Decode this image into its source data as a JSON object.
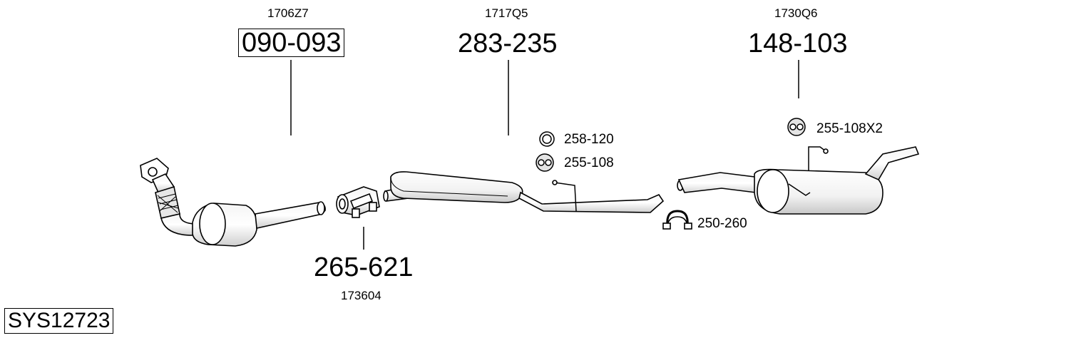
{
  "parts": [
    {
      "ref": "1706Z7",
      "number": "090-093",
      "boxed": true
    },
    {
      "ref": "1717Q5",
      "number": "283-235",
      "boxed": false
    },
    {
      "ref": "1730Q6",
      "number": "148-103",
      "boxed": false
    },
    {
      "ref": "173604",
      "number": "265-621",
      "boxed": false
    }
  ],
  "accessories": [
    {
      "number": "258-120",
      "icon": "ring-icon"
    },
    {
      "number": "255-108",
      "icon": "rubber-hanger-icon"
    },
    {
      "number": "255-108X2",
      "icon": "rubber-hanger-icon"
    },
    {
      "number": "250-260",
      "icon": "pipe-clamp-icon"
    }
  ],
  "system_code": "SYS12723",
  "colors": {
    "line": "#000000",
    "fill": "#ffffff",
    "shade": "#dcdcdc"
  }
}
